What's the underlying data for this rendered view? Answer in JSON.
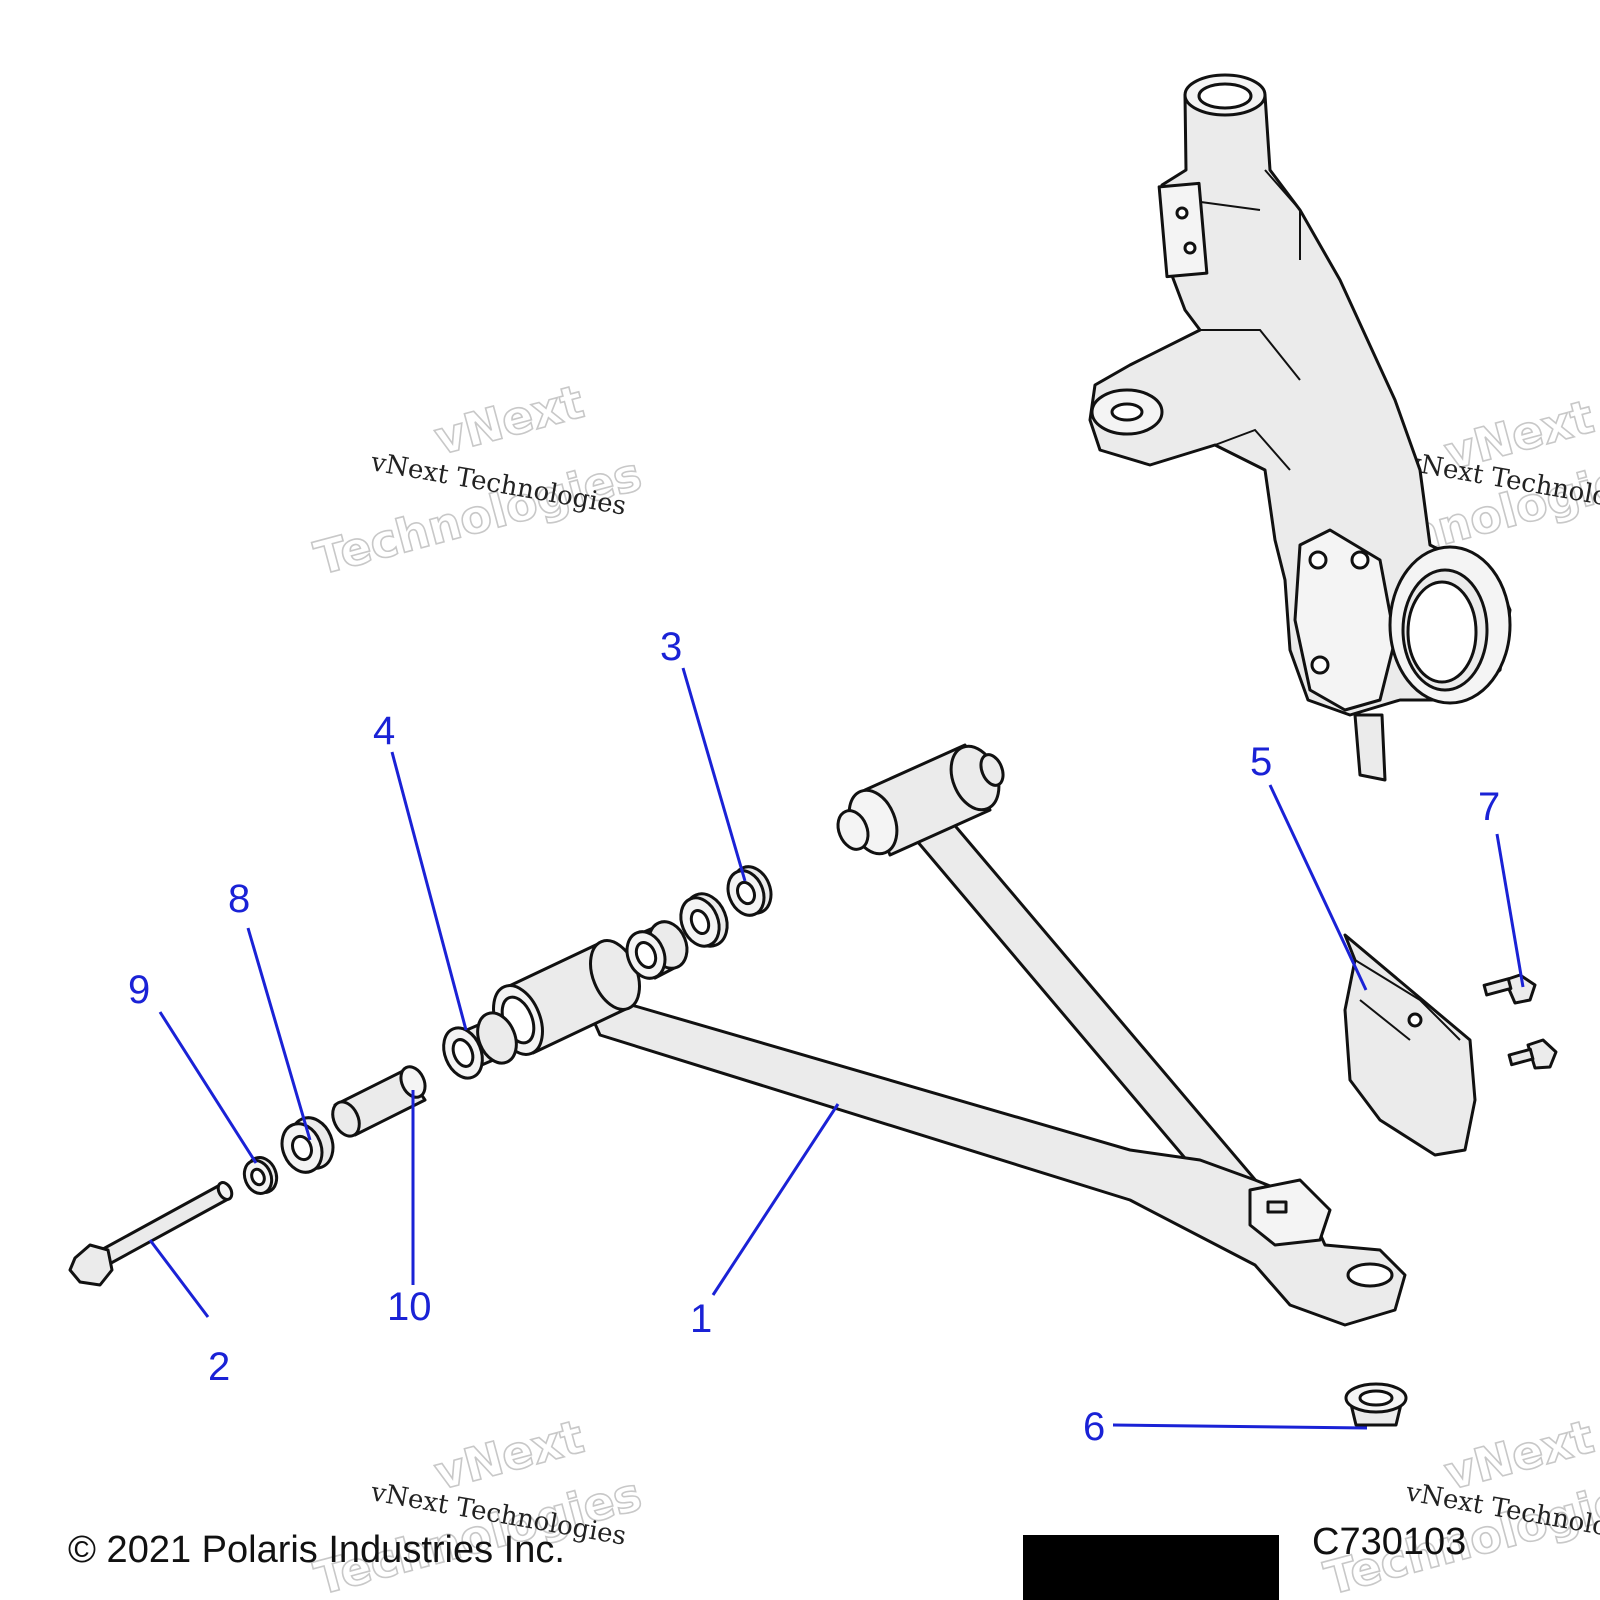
{
  "watermark": {
    "large_line1": "vNext",
    "large_line2": "Technologies",
    "small": "vNext Technologies"
  },
  "callouts": [
    "1",
    "2",
    "3",
    "4",
    "5",
    "6",
    "7",
    "8",
    "9",
    "10"
  ],
  "footer": {
    "copyright": "© 2021 Polaris Industries Inc.",
    "diagram_code": "C730103"
  },
  "colors": {
    "callout": "#1a22d6",
    "part_fill": "#ebebeb",
    "outline": "#111111"
  }
}
